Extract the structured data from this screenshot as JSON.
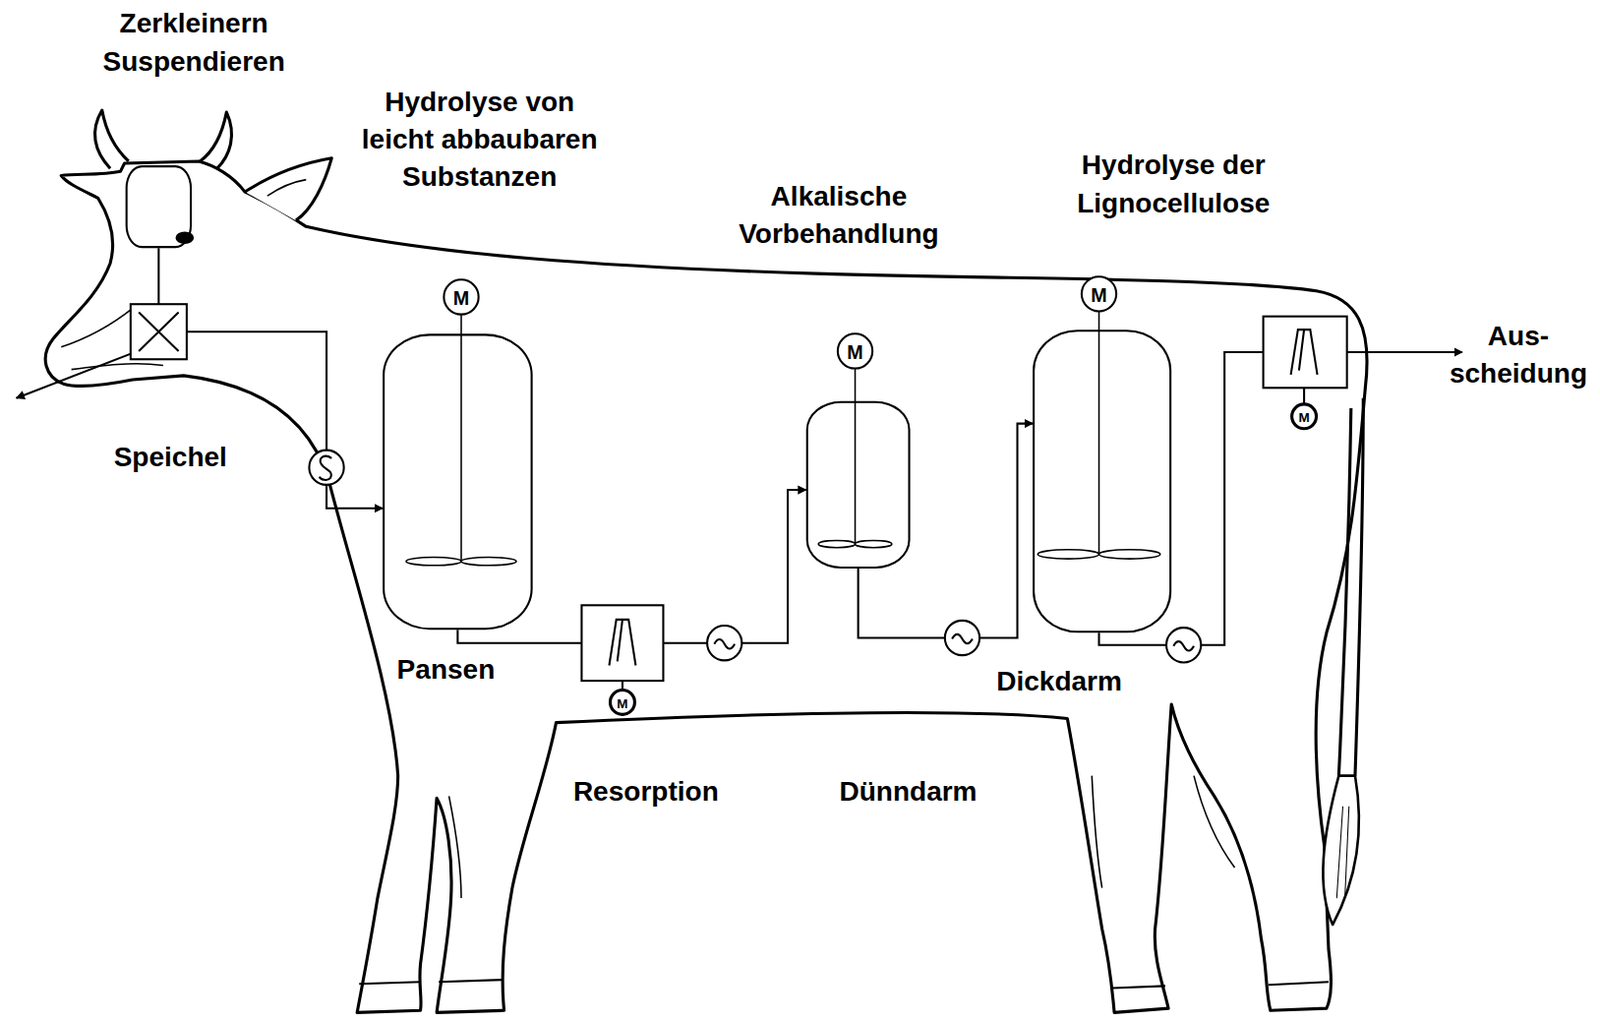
{
  "diagram": {
    "nodes": [
      {
        "text": [
          "Zerkleinern Suspendieren"
        ]
      },
      {
        "text": [
          "Hydrolyse von leicht abbaubaren Substanzen"
        ]
      },
      {
        "text": [
          "Alkalische Vorbehandlung"
        ]
      },
      {
        "text": [
          "Hydrolyse der Lignocellulose"
        ]
      }
    ],
    "edges": [
      {
        "from": 0,
        "to": 1,
        "arrow": "to"
      },
      {
        "from": 1,
        "to": 2,
        "arrow": "to"
      },
      {
        "from": 2,
        "to": 3,
        "arrow": "to"
      }
    ],
    "labels": [
      "Speichel",
      "M",
      "M",
      "M",
      "M",
      "Aus- scheidung",
      "Pansen",
      "M",
      "Dickdarm",
      "Resorption",
      "Dünndarm"
    ]
  }
}
